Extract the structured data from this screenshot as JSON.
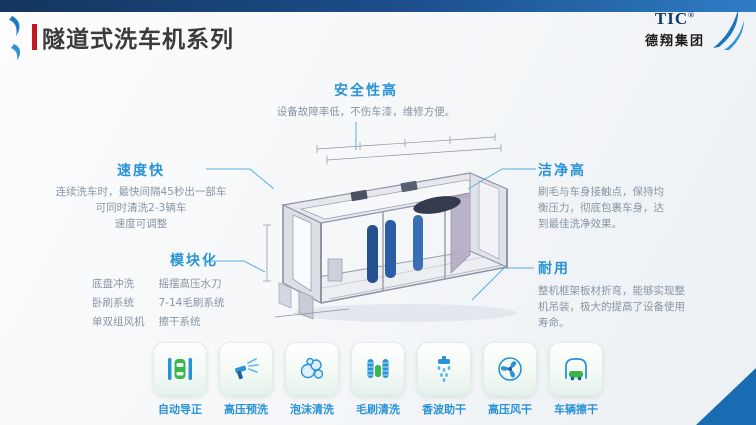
{
  "header": {
    "title": "隧道式洗车机系列",
    "logo_text": "TIC",
    "logo_reg": "®",
    "logo_company": "德翔集团"
  },
  "callouts": {
    "safety": {
      "title": "安全性高",
      "body": "设备故障率低，不伤车漆，维修方便。"
    },
    "speed": {
      "title": "速度快",
      "lines": [
        "连续洗车时，最快间隔45秒出一部车",
        "可同时清洗2-3辆车",
        "速度可调整"
      ]
    },
    "clean": {
      "title": "洁净高",
      "body": "刷毛与车身接触点，保持均衡压力，彻底包裹车身，达到最佳洗净效果。"
    },
    "modular": {
      "title": "模块化",
      "rows": [
        [
          "底盘冲洗",
          "摇摆高压水刀"
        ],
        [
          "卧刷系统",
          "7-14毛刷系统"
        ],
        [
          "单双组风机",
          "擦干系统"
        ]
      ]
    },
    "durable": {
      "title": "耐用",
      "body": "整机框架板材折弯，能够实现整机吊装，极大的提高了设备使用寿命。"
    }
  },
  "features": [
    {
      "label": "自动导正",
      "icon": "auto-align-icon"
    },
    {
      "label": "高压预洗",
      "icon": "pre-wash-icon"
    },
    {
      "label": "泡沫清洗",
      "icon": "foam-wash-icon"
    },
    {
      "label": "毛刷清洗",
      "icon": "brush-wash-icon"
    },
    {
      "label": "香波助干",
      "icon": "shampoo-dry-icon"
    },
    {
      "label": "高压风干",
      "icon": "air-dry-icon"
    },
    {
      "label": "车辆擦干",
      "icon": "wipe-dry-icon"
    }
  ],
  "colors": {
    "accent_blue": "#2a93d5",
    "title_red": "#c01920",
    "top_bar_blue": "#16395f",
    "corner_triangle_blue": "#1a6cb2",
    "body_text_gray": "#8795a3"
  }
}
